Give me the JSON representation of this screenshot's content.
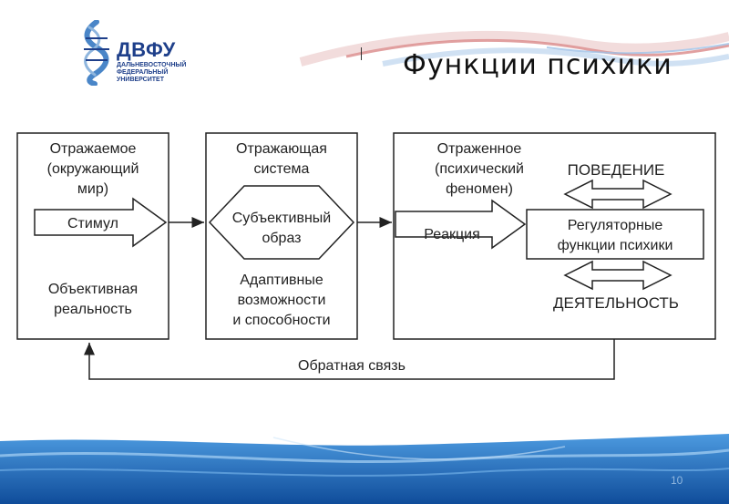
{
  "header": {
    "logo": {
      "name": "ДВФУ",
      "lines": [
        "ДАЛЬНЕВОСТОЧНЫЙ",
        "ФЕДЕРАЛЬНЫЙ",
        "УНИВЕРСИТЕТ"
      ]
    },
    "title": "Функции психики"
  },
  "diagram": {
    "box1": {
      "title_lines": [
        "Отражаемое",
        "(окружающий",
        "мир)"
      ],
      "arrow_label": "Стимул",
      "bottom_lines": [
        "Объективная",
        "реальность"
      ]
    },
    "box2": {
      "title_lines": [
        "Отражающая",
        "система"
      ],
      "hexagon_lines": [
        "Субъективный",
        "образ"
      ],
      "bottom_lines": [
        "Адаптивные",
        "возможности",
        "и способности"
      ]
    },
    "box3": {
      "title_lines": [
        "Отраженное",
        "(психический",
        "феномен)"
      ],
      "arrow_label": "Реакция",
      "top_label": "ПОВЕДЕНИЕ",
      "inner_lines": [
        "Регуляторные",
        "функции психики"
      ],
      "bottom_label": "ДЕЯТЕЛЬНОСТЬ"
    },
    "feedback_label": "Обратная связь"
  },
  "footer": {
    "page_number": "10"
  },
  "colors": {
    "brand": "#1e3f8a",
    "wave_blue": "#1f6fc0",
    "wave_red": "#c96a6a",
    "page_number": "#8fb6de"
  }
}
